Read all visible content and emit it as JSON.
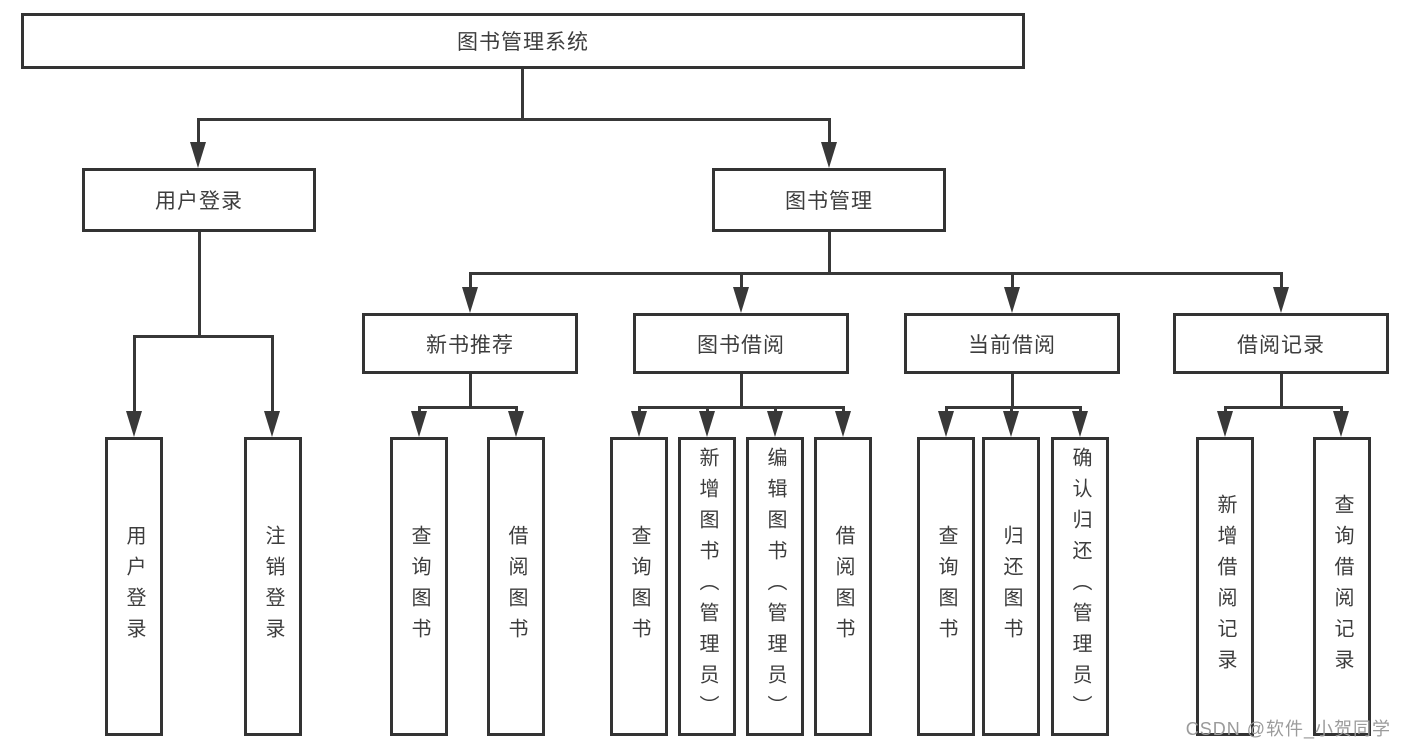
{
  "title_node": "图书管理系统",
  "level2": {
    "login": "用户登录",
    "management": "图书管理"
  },
  "login_children": [
    "用户登录",
    "注销登录"
  ],
  "management_children": [
    "新书推荐",
    "图书借阅",
    "当前借阅",
    "借阅记录"
  ],
  "recommend_children": [
    "查询图书",
    "借阅图书"
  ],
  "borrow_children": [
    "查询图书",
    "新增图书（管理员）",
    "编辑图书（管理员）",
    "借阅图书"
  ],
  "current_children": [
    "查询图书",
    "归还图书",
    "确认归还（管理员）"
  ],
  "record_children": [
    "新增借阅记录",
    "查询借阅记录"
  ],
  "watermark": "CSDN @软件_小贺同学",
  "colors": {
    "line": "#383838",
    "box_border": "#333333",
    "text": "#3d3d3d",
    "watermark": "#9b9b9b",
    "background": "#ffffff"
  }
}
